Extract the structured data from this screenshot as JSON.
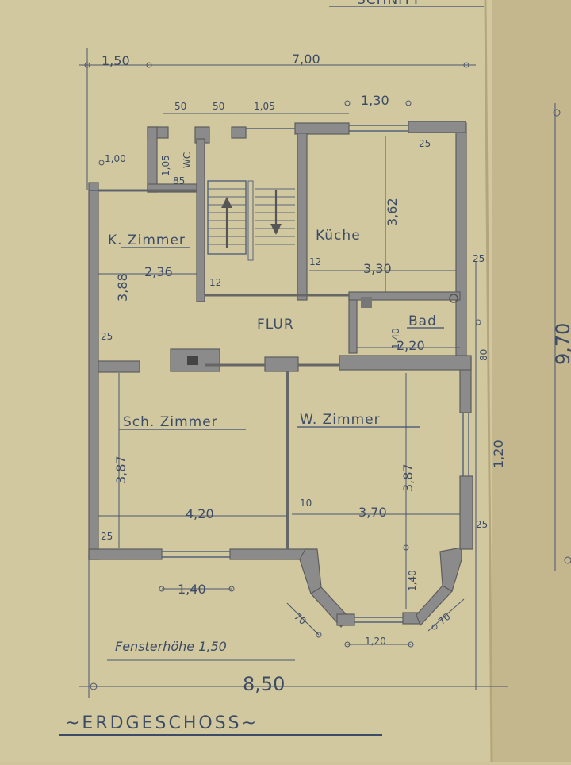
{
  "top_label": "SCHNITT",
  "top_dims": {
    "d1": "1,50",
    "d2": "7,00",
    "d3": "50",
    "d4": "50",
    "d5": "1,05",
    "d6": "1,30"
  },
  "rooms": {
    "kzimmer": {
      "name": "K. Zimmer",
      "width": "2,36",
      "depth": "3,88"
    },
    "kueche": {
      "name": "Küche",
      "width": "3,30",
      "depth": "3,62"
    },
    "flur": {
      "name": "FLUR"
    },
    "bad": {
      "name": "Bad",
      "width": "2,20",
      "depth": "1,40"
    },
    "wc": {
      "name": "WC",
      "size1": "1,05",
      "size2": "85"
    },
    "schzimmer": {
      "name": "Sch. Zimmer",
      "width": "4,20",
      "depth": "3,87"
    },
    "wzimmer": {
      "name": "W. Zimmer",
      "width": "3,70",
      "depth": "3,87"
    }
  },
  "wall_marks": {
    "m25a": "25",
    "m25b": "25",
    "m25c": "25",
    "m25d": "25",
    "m25e": "25",
    "m12a": "12",
    "m12b": "12",
    "m10": "10",
    "m100": "1,00"
  },
  "right_dims": {
    "r80": "80",
    "r120": "1,20",
    "r970": "9,70"
  },
  "bottom_dims": {
    "b140": "1,40",
    "b140v": "1,40",
    "b70a": "70",
    "b70b": "70",
    "b120": "1,20",
    "total": "8,50"
  },
  "note": "Fensterhöhe 1,50",
  "floor_title": "~ERDGESCHOSS~"
}
